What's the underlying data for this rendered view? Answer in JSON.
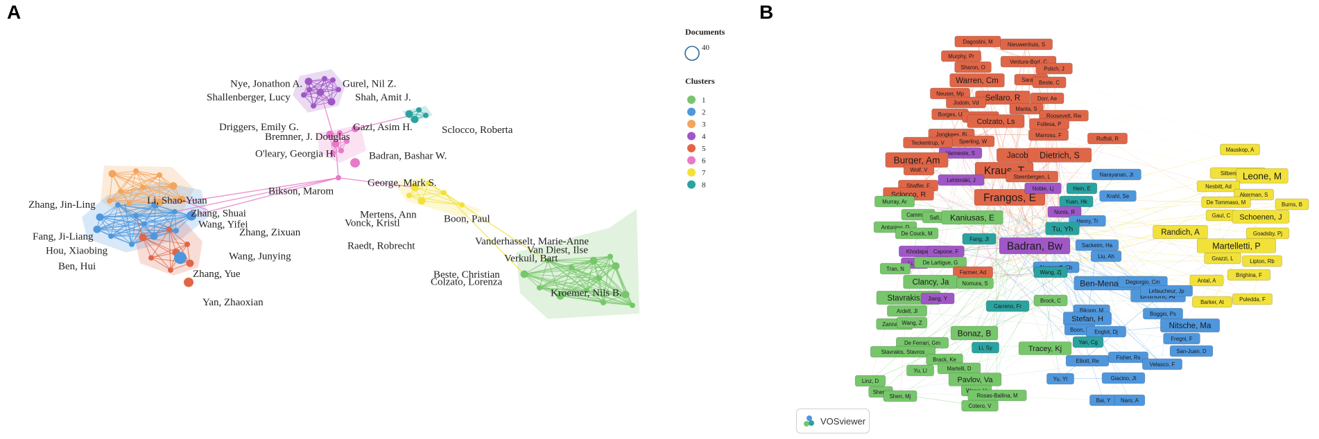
{
  "panels": {
    "a": "A",
    "b": "B"
  },
  "legend": {
    "documents_title": "Documents",
    "documents_value": "40",
    "clusters_title": "Clusters",
    "clusters": [
      {
        "label": "1",
        "color": "#77c66b"
      },
      {
        "label": "2",
        "color": "#4f97dd"
      },
      {
        "label": "3",
        "color": "#f3a55b"
      },
      {
        "label": "4",
        "color": "#a057c6"
      },
      {
        "label": "5",
        "color": "#e06648"
      },
      {
        "label": "6",
        "color": "#e77ac8"
      },
      {
        "label": "7",
        "color": "#f1e13a"
      },
      {
        "label": "8",
        "color": "#2aa3a0"
      }
    ]
  },
  "network_a": {
    "labels": [
      "Nye, Jonathon A.",
      "Gurel, Nil Z.",
      "Shallenberger, Lucy",
      "Shah, Amit J.",
      "Driggers, Emily G.",
      "Gazi, Asim H.",
      "Bremner, J. Douglas",
      "Sclocco, Roberta",
      "O'leary, Georgia H.",
      "Badran, Bashar W.",
      "George, Mark S.",
      "Bikson, Marom",
      "Zhang, Jin-Ling",
      "Li, Shao-Yuan",
      "Zhang, Shuai",
      "Wang, Yifei",
      "Zhang, Zixuan",
      "Mertens, Ann",
      "Vonck, Kristl",
      "Boon, Paul",
      "Raedt, Robrecht",
      "Vanderhasselt, Marie-Anne",
      "Van Diest, Ilse",
      "Verkuil, Bart",
      "Fang, Ji-Liang",
      "Hou, Xiaobing",
      "Wang, Junying",
      "Ben, Hui",
      "Zhang, Yue",
      "Beste, Christian",
      "Colzato, Lorenza",
      "Kroemer, Nils B.",
      "Yan, Zhaoxian"
    ]
  },
  "network_b": {
    "nodes": [
      {
        "label": "Dagostini, M",
        "cluster": 5
      },
      {
        "label": "Nieuwenhuis, S",
        "cluster": 5
      },
      {
        "label": "Murphy, Pr",
        "cluster": 5
      },
      {
        "label": "Ventura-Bort, C",
        "cluster": 5
      },
      {
        "label": "Sharon, O",
        "cluster": 5
      },
      {
        "label": "Polich, J",
        "cluster": 5
      },
      {
        "label": "Warren, Cm",
        "cluster": 5
      },
      {
        "label": "Sara, Sj",
        "cluster": 5
      },
      {
        "label": "Beste, C",
        "cluster": 5
      },
      {
        "label": "Neuser, Mp",
        "cluster": 5
      },
      {
        "label": "Sellaro, R",
        "cluster": 5
      },
      {
        "label": "Dorr, Ae",
        "cluster": 5
      },
      {
        "label": "Jodoin, Vd",
        "cluster": 5
      },
      {
        "label": "Manta, S",
        "cluster": 5
      },
      {
        "label": "Borges, U",
        "cluster": 5
      },
      {
        "label": "Koenig, J",
        "cluster": 5
      },
      {
        "label": "Roosevelt, Rw",
        "cluster": 5
      },
      {
        "label": "Colzato, Ls",
        "cluster": 5
      },
      {
        "label": "Follesa, P",
        "cluster": 5
      },
      {
        "label": "Jongkees, Bj",
        "cluster": 5
      },
      {
        "label": "Marrosu, F",
        "cluster": 5
      },
      {
        "label": "Sperling, W",
        "cluster": 5
      },
      {
        "label": "Ruffoli, R",
        "cluster": 5
      },
      {
        "label": "Teckentrup, V",
        "cluster": 5
      },
      {
        "label": "Vanneste, S",
        "cluster": 4
      },
      {
        "label": "Jacobs, Hil",
        "cluster": 5
      },
      {
        "label": "Dietrich, S",
        "cluster": 5
      },
      {
        "label": "Burger, Am",
        "cluster": 5
      },
      {
        "label": "Kraus, T",
        "cluster": 5
      },
      {
        "label": "Wolf, V",
        "cluster": 5
      },
      {
        "label": "Steenbergen, L",
        "cluster": 5
      },
      {
        "label": "Lehtimäki, J",
        "cluster": 4
      },
      {
        "label": "Shaffer, F",
        "cluster": 5
      },
      {
        "label": "Frangos, E",
        "cluster": 5
      },
      {
        "label": "Sclocco, R",
        "cluster": 5
      },
      {
        "label": "Murray, Ar",
        "cluster": 1
      },
      {
        "label": "Camm, Aj",
        "cluster": 1
      },
      {
        "label": "Safi, S",
        "cluster": 1
      },
      {
        "label": "Kaniusas, E",
        "cluster": 1
      },
      {
        "label": "Antonino, D",
        "cluster": 1
      },
      {
        "label": "De Couck, M",
        "cluster": 1
      },
      {
        "label": "Fang, Jl",
        "cluster": 8
      },
      {
        "label": "Khodaparast, N",
        "cluster": 4
      },
      {
        "label": "Capone, F",
        "cluster": 4
      },
      {
        "label": "Li, Jn",
        "cluster": 4
      },
      {
        "label": "De Lartigue, G",
        "cluster": 1
      },
      {
        "label": "Tran, N",
        "cluster": 1
      },
      {
        "label": "Farmer, Ad",
        "cluster": 5
      },
      {
        "label": "Clancy, Ja",
        "cluster": 1
      },
      {
        "label": "Nomura, S",
        "cluster": 1
      },
      {
        "label": "Stavrakis, S",
        "cluster": 1
      },
      {
        "label": "Jiang, Y",
        "cluster": 4
      },
      {
        "label": "Brock, C",
        "cluster": 1
      },
      {
        "label": "Ardell, Jl",
        "cluster": 1
      },
      {
        "label": "Carreno, Fr",
        "cluster": 8
      },
      {
        "label": "Zannad, F",
        "cluster": 1
      },
      {
        "label": "Wang, Z",
        "cluster": 1
      },
      {
        "label": "Bonaz, B",
        "cluster": 1
      },
      {
        "label": "De Ferrari, Gm",
        "cluster": 1
      },
      {
        "label": "Stavrakis, Stavros",
        "cluster": 1
      },
      {
        "label": "Li, Sy",
        "cluster": 8
      },
      {
        "label": "Tracey, Kj",
        "cluster": 1
      },
      {
        "label": "Brack, Ke",
        "cluster": 1
      },
      {
        "label": "Yu, Ll",
        "cluster": 1
      },
      {
        "label": "Martelli, D",
        "cluster": 1
      },
      {
        "label": "Pavlov, Va",
        "cluster": 1
      },
      {
        "label": "Linz, D",
        "cluster": 1
      },
      {
        "label": "Sheng",
        "cluster": 1
      },
      {
        "label": "Wang, H",
        "cluster": 1
      },
      {
        "label": "Shen, Mj",
        "cluster": 1
      },
      {
        "label": "Rosas-Ballina, M",
        "cluster": 1
      },
      {
        "label": "Cotero, V",
        "cluster": 1
      },
      {
        "label": "Badran, Bw",
        "cluster": 4
      },
      {
        "label": "Hein, E",
        "cluster": 8
      },
      {
        "label": "Yuan, Hk",
        "cluster": 8
      },
      {
        "label": "Noble, Lj",
        "cluster": 4
      },
      {
        "label": "Narayanan, Jt",
        "cluster": 2
      },
      {
        "label": "Krahl, Se",
        "cluster": 2
      },
      {
        "label": "Nonis, R",
        "cluster": 4
      },
      {
        "label": "Henry, Tr",
        "cluster": 2
      },
      {
        "label": "Tu, Yh",
        "cluster": 8
      },
      {
        "label": "Sackeim, Ha",
        "cluster": 2
      },
      {
        "label": "Liu, Ah",
        "cluster": 2
      },
      {
        "label": "Nemeroff, Cb",
        "cluster": 2
      },
      {
        "label": "Wang, Zj",
        "cluster": 8
      },
      {
        "label": "Ben-Menachem, E",
        "cluster": 2
      },
      {
        "label": "Degiorgio, Cm",
        "cluster": 2
      },
      {
        "label": "Brunoni, Ar",
        "cluster": 2
      },
      {
        "label": "Lefaucheur, Jp",
        "cluster": 2
      },
      {
        "label": "Bikson, M",
        "cluster": 2
      },
      {
        "label": "Boggio, Ps",
        "cluster": 2
      },
      {
        "label": "Stefan, H",
        "cluster": 2
      },
      {
        "label": "Nitsche, Ma",
        "cluster": 2
      },
      {
        "label": "Boon, P",
        "cluster": 2
      },
      {
        "label": "Englot, Dj",
        "cluster": 2
      },
      {
        "label": "Fregni, F",
        "cluster": 2
      },
      {
        "label": "Yan, Cg",
        "cluster": 8
      },
      {
        "label": "San-Juan, D",
        "cluster": 2
      },
      {
        "label": "Elliott, Re",
        "cluster": 2
      },
      {
        "label": "Fisher, Rs",
        "cluster": 2
      },
      {
        "label": "Velasco, F",
        "cluster": 2
      },
      {
        "label": "Yu, Yt",
        "cluster": 2
      },
      {
        "label": "Giacino, Jt",
        "cluster": 2
      },
      {
        "label": "Bai, Y",
        "cluster": 2
      },
      {
        "label": "Naro, A",
        "cluster": 2
      },
      {
        "label": "Mauskop, A",
        "cluster": 7
      },
      {
        "label": "Silberstein, Sd",
        "cluster": 7
      },
      {
        "label": "Leone, M",
        "cluster": 7
      },
      {
        "label": "Nesbitt, Ad",
        "cluster": 7
      },
      {
        "label": "Akerman, S",
        "cluster": 7
      },
      {
        "label": "De Tommaso, M",
        "cluster": 7
      },
      {
        "label": "Burns, B",
        "cluster": 7
      },
      {
        "label": "Gaul, C",
        "cluster": 7
      },
      {
        "label": "Schoenen, J",
        "cluster": 7
      },
      {
        "label": "Randich, A",
        "cluster": 7
      },
      {
        "label": "Goadsby, Pj",
        "cluster": 7
      },
      {
        "label": "Martelletti, P",
        "cluster": 7
      },
      {
        "label": "Grazzi, L",
        "cluster": 7
      },
      {
        "label": "Lipton, Rb",
        "cluster": 7
      },
      {
        "label": "Brighina, F",
        "cluster": 7
      },
      {
        "label": "Antal, A",
        "cluster": 7
      },
      {
        "label": "Barker, At",
        "cluster": 7
      },
      {
        "label": "Puledda, F",
        "cluster": 7
      }
    ]
  },
  "vos_badge": "VOSviewer"
}
